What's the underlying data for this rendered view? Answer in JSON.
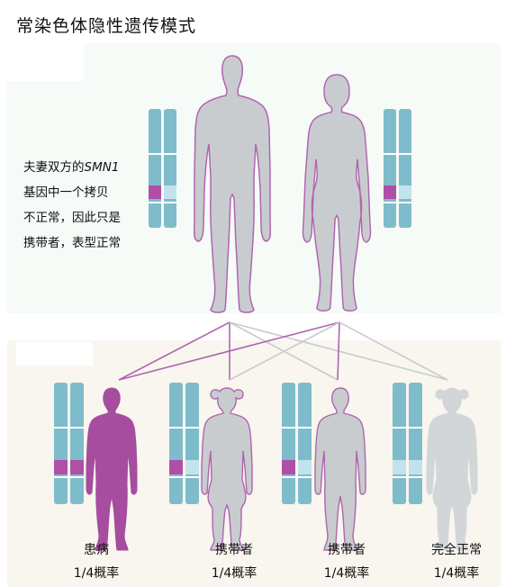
{
  "title": "常染色体隐性遗传模式",
  "description": {
    "line1_prefix": "夫妻双方的",
    "gene": "SMN1",
    "line2": "基因中一个拷贝",
    "line3": "不正常，因此只是",
    "line4": "携带者，表型正常"
  },
  "parents": [
    {
      "role": "father",
      "chromosomes": [
        "normal",
        "mutant"
      ]
    },
    {
      "role": "mother",
      "chromosomes": [
        "normal",
        "mutant"
      ]
    }
  ],
  "children": [
    {
      "status": "affected",
      "label": "患病",
      "probability": "1/4概率",
      "chromosomes": [
        "mutant",
        "mutant"
      ]
    },
    {
      "status": "carrier",
      "label": "携带者",
      "probability": "1/4概率",
      "chromosomes": [
        "mutant",
        "normal"
      ]
    },
    {
      "status": "carrier",
      "label": "携带者",
      "probability": "1/4概率",
      "chromosomes": [
        "mutant",
        "normal"
      ]
    },
    {
      "status": "normal",
      "label": "完全正常",
      "probability": "1/4概率",
      "chromosomes": [
        "normal",
        "normal"
      ]
    }
  ],
  "colors": {
    "chromosome": "#7fbccb",
    "normal_band": "#c3e3ec",
    "mutant_band": "#b04fa7",
    "figure": "#c9cccf",
    "figure_outline": "#b065b0",
    "affected": "#a64da0",
    "mutant_line": "#b065b0",
    "normal_line": "#c8cbcc"
  }
}
